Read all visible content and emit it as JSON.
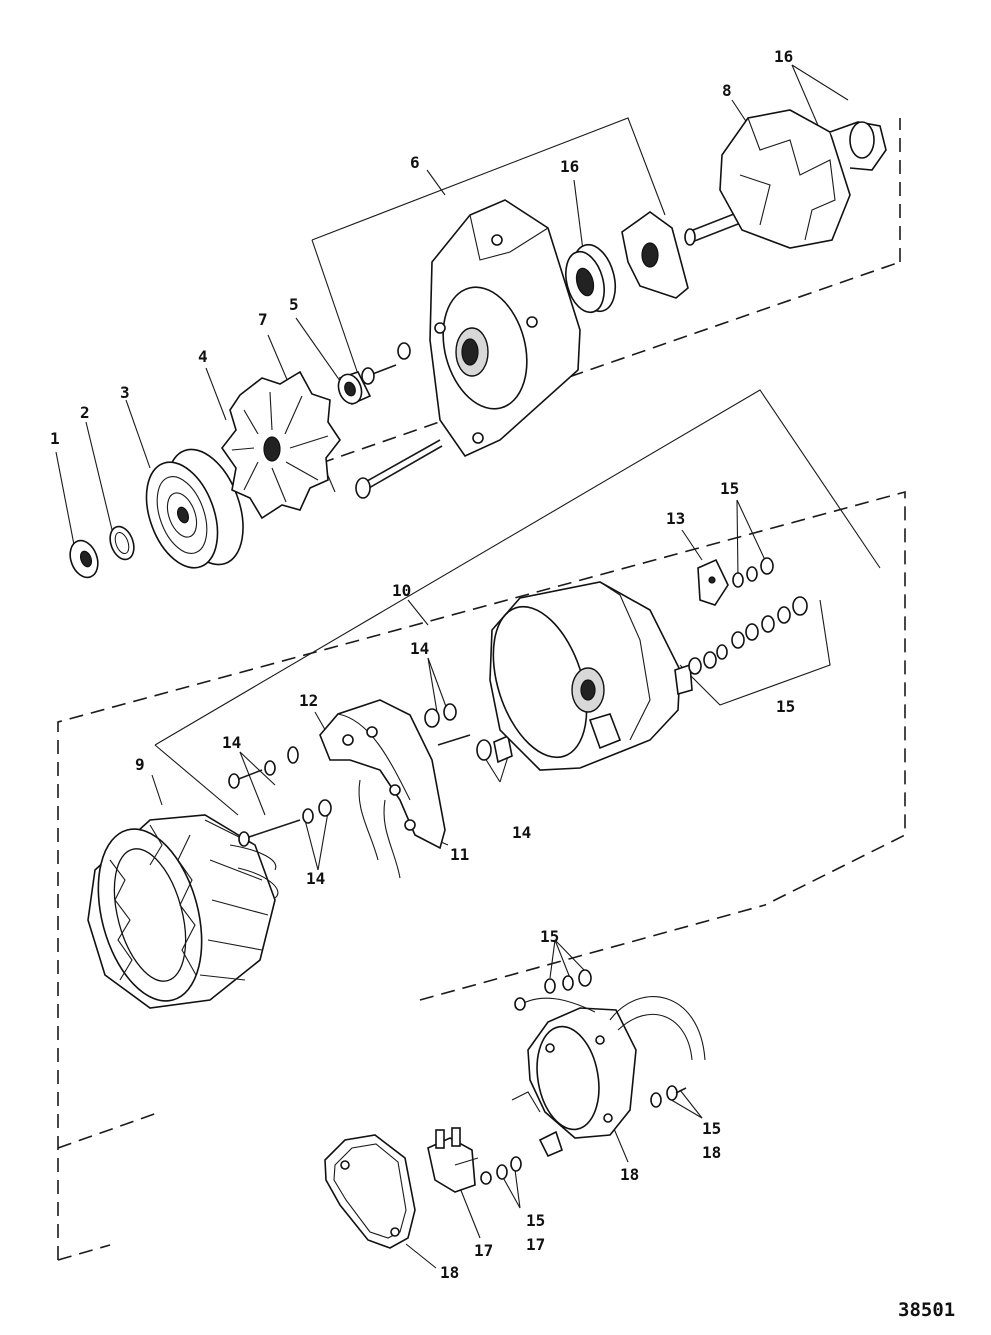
{
  "figure_number": "38501",
  "callouts": {
    "c1": "1",
    "c2": "2",
    "c3": "3",
    "c4": "4",
    "c5": "5",
    "c6": "6",
    "c7": "7",
    "c8": "8",
    "c9": "9",
    "c10": "10",
    "c11": "11",
    "c12": "12",
    "c13": "13",
    "c14a": "14",
    "c14b": "14",
    "c14c": "14",
    "c14d": "14",
    "c15a": "15",
    "c15b": "15",
    "c15c": "15",
    "c15d": "15",
    "c15e": "15",
    "c16a": "16",
    "c16b": "16",
    "c17a": "17",
    "c17b": "17",
    "c18a": "18",
    "c18b": "18",
    "c18c": "18"
  }
}
